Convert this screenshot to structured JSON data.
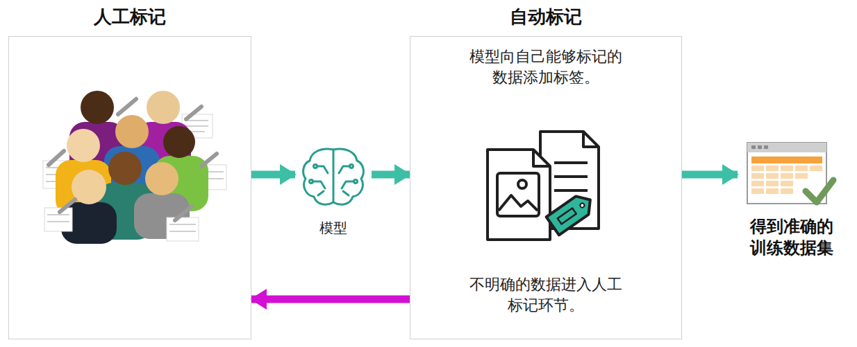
{
  "diagram": {
    "nodes": [
      {
        "text": [
          "人工标记"
        ]
      },
      {
        "text": [
          "模型"
        ]
      },
      {
        "text": [
          "自动标记",
          "模型向自己能够标记的数据添加标签。",
          "不明确的数据进入人工标记环节。"
        ]
      },
      {
        "text": [
          "得到准确的训练数据集"
        ]
      }
    ],
    "edges": [
      {
        "from": 0,
        "to": 1,
        "arrow": "to"
      },
      {
        "from": 1,
        "to": 2,
        "arrow": "to"
      },
      {
        "from": 2,
        "to": 3,
        "arrow": "to"
      },
      {
        "from": 2,
        "to": 0,
        "arrow": "to"
      }
    ]
  }
}
